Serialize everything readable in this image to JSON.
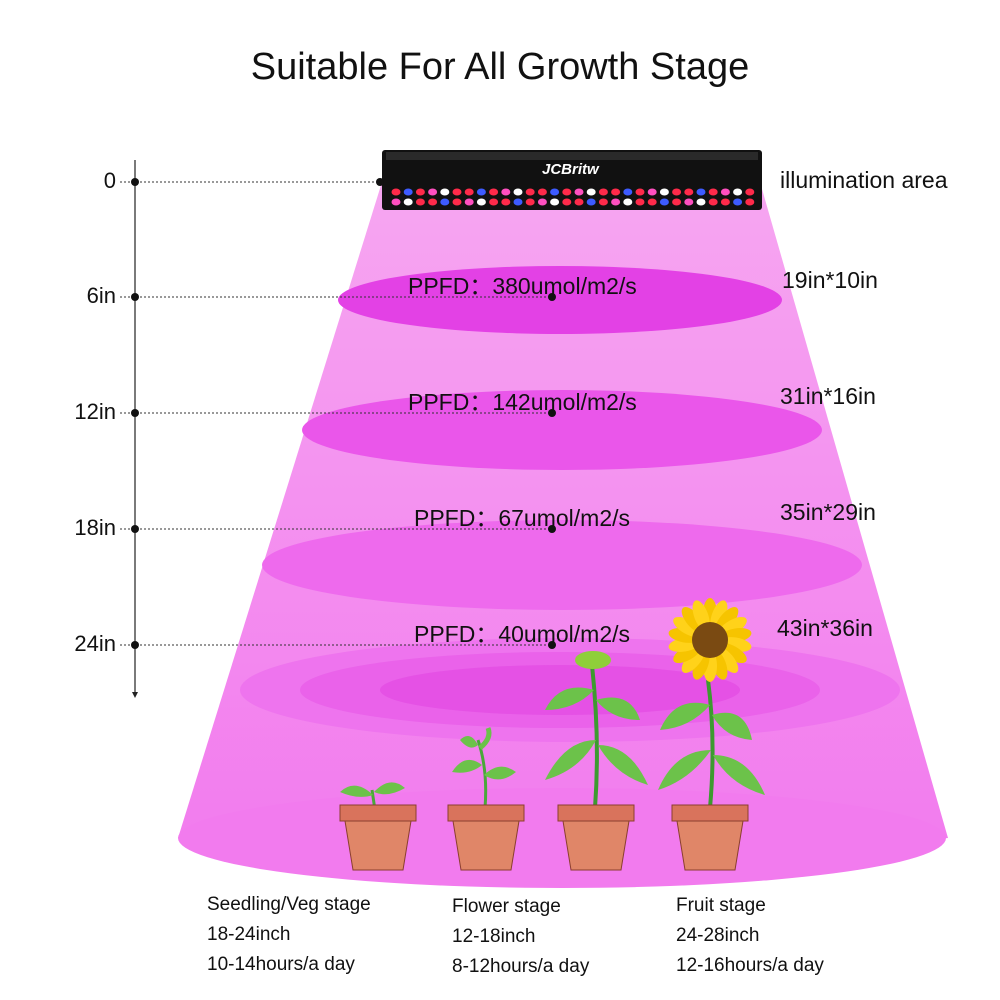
{
  "title": "Suitable For All Growth Stage",
  "brand": "JCBritw",
  "illumination_label": "illumination area",
  "colors": {
    "light": "#f57bf0",
    "ellipse": "#e63fe6",
    "pot": "#e07f66",
    "leaf": "#6cc24a",
    "fixture": "#111111"
  },
  "levels": [
    {
      "height": "0",
      "ppfd": "",
      "area": ""
    },
    {
      "height": "6in",
      "ppfd": "PPFD：380umol/m2/s",
      "area": "19in*10in"
    },
    {
      "height": "12in",
      "ppfd": "PPFD：142umol/m2/s",
      "area": "31in*16in"
    },
    {
      "height": "18in",
      "ppfd": "PPFD：67umol/m2/s",
      "area": "35in*29in"
    },
    {
      "height": "24in",
      "ppfd": "PPFD：40umol/m2/s",
      "area": "43in*36in"
    }
  ],
  "stages": [
    {
      "name": "Seedling/Veg stage",
      "distance": "18-24inch",
      "hours": "10-14hours/a day"
    },
    {
      "name": "Flower stage",
      "distance": "12-18inch",
      "hours": "8-12hours/a day"
    },
    {
      "name": "Fruit stage",
      "distance": "24-28inch",
      "hours": "12-16hours/a day"
    }
  ]
}
